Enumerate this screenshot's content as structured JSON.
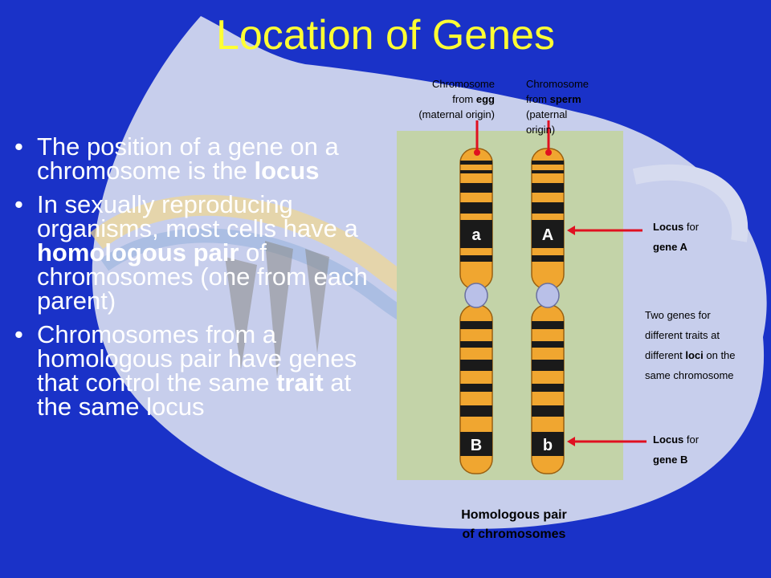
{
  "title": "Location of Genes",
  "bullets": [
    {
      "pre": "The position of a gene on a chromosome is the ",
      "bold": "locus",
      "post": ""
    },
    {
      "pre": "In sexually reproducing organisms, most cells have a ",
      "bold": "homologous pair",
      "post": " of chromosomes (one from each parent)"
    },
    {
      "pre": "Chromosomes from a homologous pair have genes that control the same ",
      "bold": "trait",
      "post": " at the same locus"
    }
  ],
  "bullet_char": "•",
  "figure": {
    "egg_label": {
      "line1": "Chromosome",
      "line2_pre": "from ",
      "line2_bold": "egg",
      "line3": "(maternal origin)"
    },
    "sperm_label": {
      "line1": "Chromosome",
      "line2_pre": "from ",
      "line2_bold": "sperm",
      "line3": "(paternal",
      "line4": "origin)"
    },
    "locus_a": {
      "bold": "Locus",
      "rest": " for",
      "line2": "gene A"
    },
    "two_genes": {
      "line1": "Two genes for",
      "line2": "different traits at",
      "line3_pre": "different ",
      "line3_bold": "loci",
      "line3_post": " on the",
      "line4": "same chromosome"
    },
    "locus_b": {
      "bold": "Locus",
      "rest": " for",
      "line2": "gene B"
    },
    "gene_labels": {
      "left_top": "a",
      "right_top": "A",
      "left_bottom": "B",
      "right_bottom": "b"
    },
    "caption_line1": "Homologous pair",
    "caption_line2": "of chromosomes"
  },
  "colors": {
    "background": "#1a32c8",
    "title": "#ffff33",
    "chromosome": "#f0a630",
    "band": "#1a1a1a",
    "centromere": "#b9c0e8",
    "pointer": "#e01020"
  }
}
